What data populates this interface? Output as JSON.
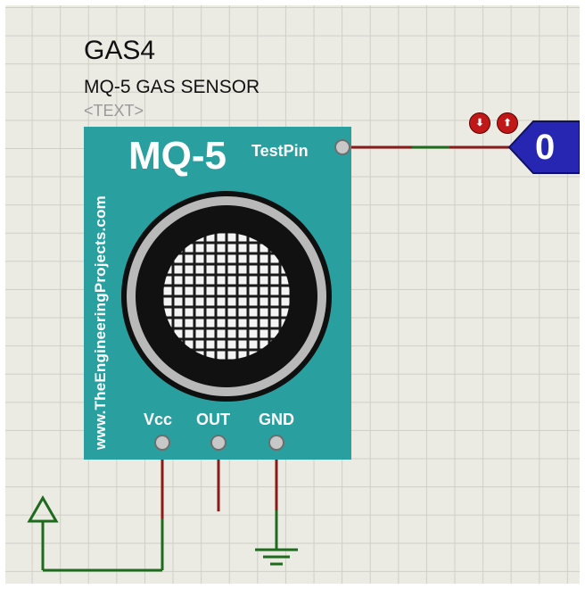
{
  "component": {
    "reference": "GAS4",
    "value": "MQ-5 GAS SENSOR",
    "text_placeholder": "<TEXT>",
    "model": "MQ-5",
    "brand_vertical": "www.TheEngineeringProjects.com",
    "pins": {
      "testpin": "TestPin",
      "vcc": "Vcc",
      "out": "OUT",
      "gnd": "GND"
    }
  },
  "logic_probe": {
    "value": "0",
    "led_up": "⬆",
    "led_down": "⬇"
  },
  "colors": {
    "grid_background": "#ebeae3",
    "grid_line": "#cfcfc8",
    "module_teal": "#2a9fa0",
    "wire_red": "#8b1a1a",
    "wire_green": "#1e6b1e",
    "probe_blue": "#2626b3"
  },
  "icons": [
    "power-terminal-icon",
    "ground-terminal-icon",
    "logic-probe-icon"
  ]
}
